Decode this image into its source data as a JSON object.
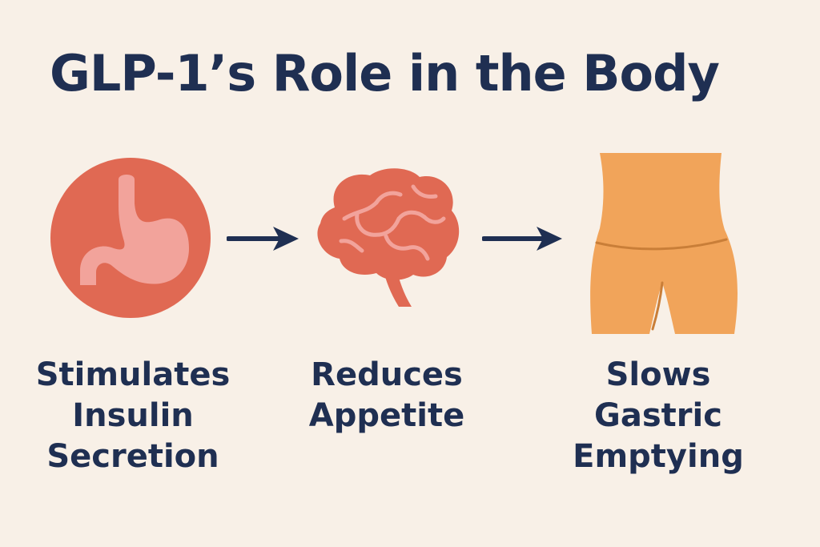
{
  "title": "GLP-1’s Role in the Body",
  "colors": {
    "background": "#f8f0e7",
    "text": "#1f2f52",
    "organ_red": "#e06953",
    "organ_pink": "#f2a39b",
    "body_orange": "#f1a45a",
    "body_orange_line": "#c97e38"
  },
  "steps": [
    {
      "icon": "stomach-icon",
      "caption_lines": [
        "Stimulates",
        "Insulin",
        "Secretion"
      ]
    },
    {
      "icon": "brain-icon",
      "caption_lines": [
        "Reduces",
        "Appetite"
      ]
    },
    {
      "icon": "torso-icon",
      "caption_lines": [
        "Slows",
        "Gastric",
        "Emptying"
      ]
    }
  ],
  "connectors": [
    {
      "from_step": 0,
      "to_step": 1
    },
    {
      "from_step": 1,
      "to_step": 2
    }
  ]
}
